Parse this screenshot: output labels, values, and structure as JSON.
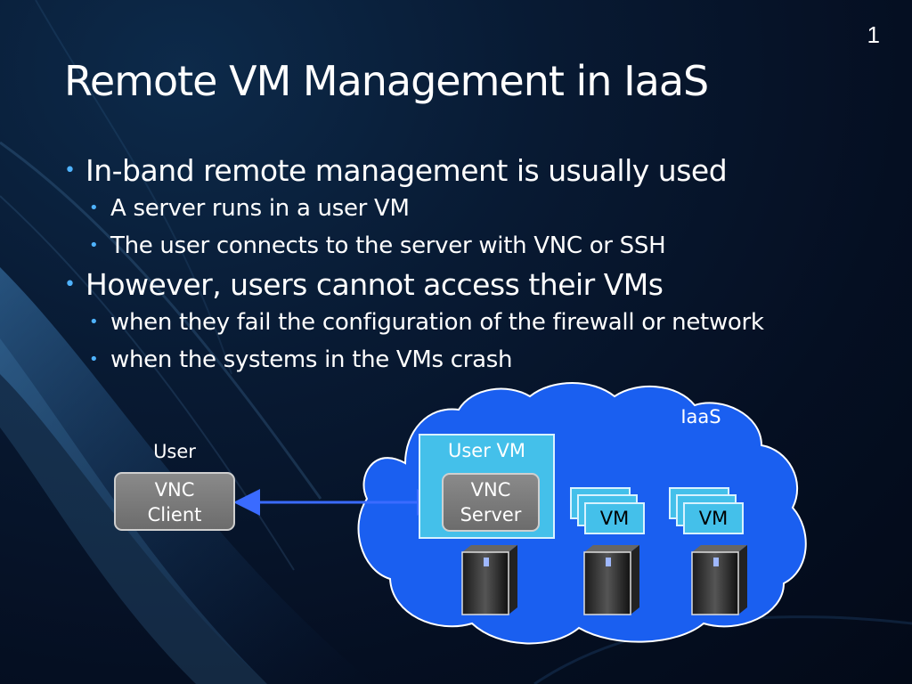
{
  "slide": {
    "number": "1",
    "title": "Remote VM Management in IaaS",
    "bullets": [
      {
        "text": "In-band remote management is usually used",
        "sub": [
          "A server runs in a user VM",
          "The user connects to the server with VNC or SSH"
        ]
      },
      {
        "text": "However, users cannot access their VMs",
        "sub": [
          "when they fail the configuration of the firewall or network",
          "when the systems in the VMs crash"
        ]
      }
    ]
  },
  "diagram": {
    "cloud_label": "IaaS",
    "user_label": "User",
    "vnc_client": [
      "VNC",
      "Client"
    ],
    "user_vm_label": "User VM",
    "vnc_server": [
      "VNC",
      "Server"
    ],
    "vm_labels": [
      "VM",
      "VM"
    ],
    "colors": {
      "cloud": "#1a5ff0",
      "vm_box": "#44c0ea",
      "arrow": "#3a6bff",
      "bullet": "#4fb3ff"
    }
  }
}
